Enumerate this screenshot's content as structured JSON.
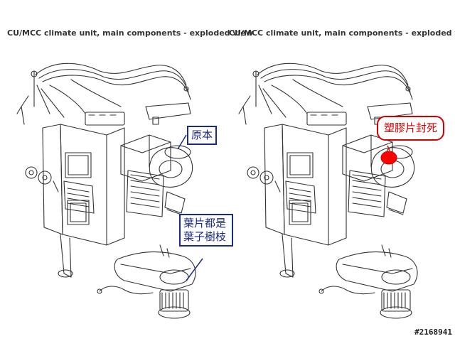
{
  "panels": {
    "left_title": "CU/MCC climate unit, main components - exploded view",
    "right_title": "CU/MCC climate unit, main components - exploded view"
  },
  "callouts": {
    "original": "原本",
    "leaves": "葉片都是葉子樹枝",
    "sealed": "塑膠片封死"
  },
  "watermark": "#2168941",
  "colors": {
    "line_art": "#333333",
    "blue_annotation": "#1a2a8c",
    "red_annotation": "#d40000",
    "red_fill": "#ff0000"
  }
}
